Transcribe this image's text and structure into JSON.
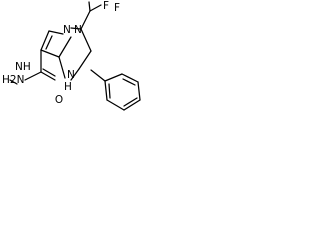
{
  "atoms": {
    "f_top": "F",
    "f_right": "F",
    "n_ring_left": "N",
    "n_ring_right": "N",
    "nh_h": "H",
    "nh_n": "N",
    "h2n": "H2N",
    "hydrazide_nh": "NH",
    "oxygen": "O"
  },
  "colors": {
    "stroke": "#000000",
    "background": "#ffffff"
  }
}
